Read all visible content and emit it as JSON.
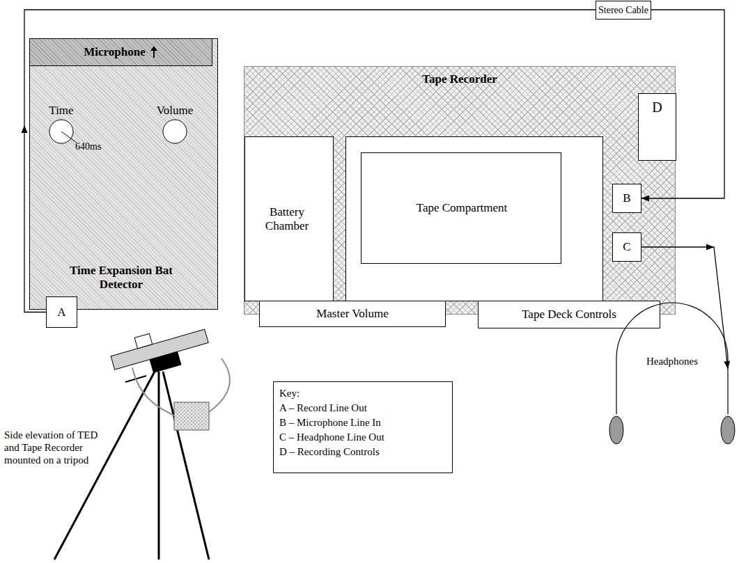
{
  "diagram": {
    "nodes": [
      {
        "text": [
          "Time Expansion Bat Detector"
        ]
      },
      {
        "text": [
          "Microphone"
        ],
        "in": 0
      },
      {
        "text": [
          "Time"
        ],
        "in": 0
      },
      {
        "text": [
          "Volume"
        ],
        "in": 0
      },
      {
        "text": [
          "A"
        ],
        "in": 0
      },
      {
        "text": [
          "Tape Recorder"
        ]
      },
      {
        "text": [
          "Battery Chamber"
        ],
        "in": 5
      },
      {
        "text": [
          "Tape Compartment"
        ],
        "in": 5
      },
      {
        "text": [
          "D"
        ],
        "in": 5
      },
      {
        "text": [
          "B"
        ],
        "in": 5
      },
      {
        "text": [
          "C"
        ],
        "in": 5
      },
      {
        "text": [
          "Master Volume"
        ]
      },
      {
        "text": [
          "Tape Deck Controls"
        ]
      },
      {
        "text": [
          "Headphones"
        ]
      },
      {
        "text": [
          "Key:",
          "A – Record Line Out",
          "B – Microphone Line In",
          "C – Headphone Line Out",
          "D – Recording Controls"
        ]
      }
    ],
    "edges": [
      {
        "from": 4,
        "to": 9,
        "arrow": "to",
        "label": "Stereo Cable"
      },
      {
        "from": 10,
        "to": 13,
        "arrow": "to"
      }
    ],
    "labels": [
      "640ms",
      "Side elevation of TED and Tape Recorder mounted on a tripod"
    ]
  }
}
